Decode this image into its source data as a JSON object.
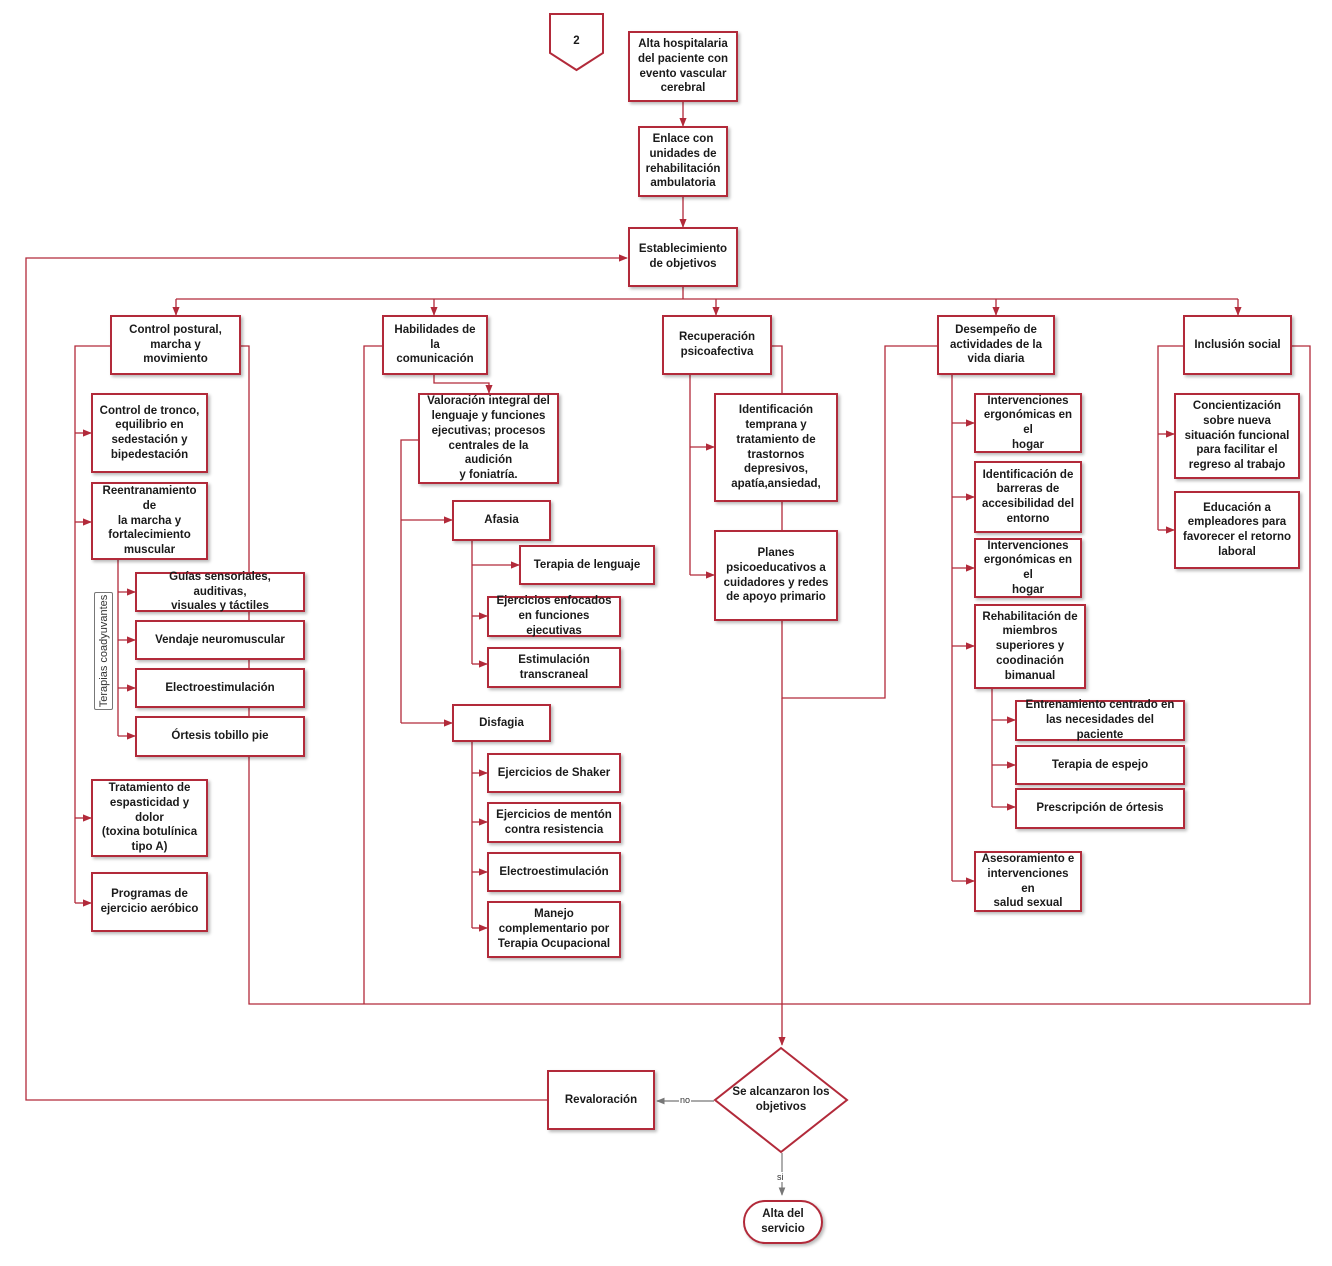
{
  "diagram": {
    "colors": {
      "accent": "#b22a3a",
      "connector_alt": "#777777",
      "text": "#1a1a1a"
    },
    "connector_ref": "2",
    "main": {
      "alta_hospitalaria": "Alta hospitalaria\ndel paciente con\nevento vascular\ncerebral",
      "enlace": "Enlace con\nunidades de\nrehabilitación\nambulatoria",
      "establecimiento": "Establecimiento\nde objetivos"
    },
    "categories": {
      "control_postural": {
        "title": "Control postural,\nmarcha y movimiento",
        "items": {
          "control_tronco": "Control de tronco,\nequilibrio en\nsedestación y\nbipedestación",
          "reentrenamiento": "Reentranamiento de\nla marcha y\nfortalecimiento\nmuscular",
          "tratamiento_espasticidad": "Tratamiento de\nespasticidad y dolor\n(toxina botulínica\ntipo A)",
          "programas_ejercicio": "Programas de\nejercicio aeróbico"
        },
        "terapias_label": "Terapias coadyuvantes",
        "terapias": {
          "guias": "Guías sensoriales, auditivas,\nvisuales y táctiles",
          "vendaje": "Vendaje neuromuscular",
          "electro": "Electroestimulación",
          "ortesis": "Órtesis tobillo pie"
        }
      },
      "comunicacion": {
        "title": "Habilidades de la\ncomunicación",
        "valoracion": "Valoración integral del\nlenguaje y funciones\nejecutivas; procesos\ncentrales de la audición\ny foniatría.",
        "afasia": {
          "title": "Afasia",
          "items": {
            "terapia_lenguaje": "Terapia de lenguaje",
            "ejercicios_ejecutivas": "Ejercicios enfocados\nen funciones ejecutivas",
            "estimulacion": "Estimulación\ntranscraneal"
          }
        },
        "disfagia": {
          "title": "Disfagia",
          "items": {
            "shaker": "Ejercicios de Shaker",
            "menton": "Ejercicios de mentón\ncontra resistencia",
            "electro": "Electroestimulación",
            "manejo": "Manejo\ncomplementario por\nTerapia Ocupacional"
          }
        }
      },
      "psicoafectiva": {
        "title": "Recuperación\npsicoafectiva",
        "items": {
          "identificacion": "Identificación\ntemprana y\ntratamiento  de\ntrastornos\ndepresivos,\napatía,ansiedad,",
          "planes": "Planes\npsicoeducativos a\ncuidadores y redes\nde apoyo primario"
        }
      },
      "vida_diaria": {
        "title": "Desempeño de\nactividades de la\nvida diaria",
        "items": {
          "ergonomicas_1": "Intervenciones\nergonómicas en el\nhogar",
          "barreras": "Identificación de\nbarreras de\naccesibilidad  del\nentorno",
          "ergonomicas_2": "Intervenciones\nergonómicas en el\nhogar",
          "rehabilitacion": "Rehabilitación de\nmiembros\nsuperiores y\ncoodinación\nbimanual",
          "asesoramiento": "Asesoramiento e\nintervenciones en\nsalud sexual"
        },
        "rehab_items": {
          "entrenamiento": "Entrenamiento centrado en\nlas necesidades del paciente",
          "espejo": "Terapia de espejo",
          "ortesis": "Prescripción de órtesis"
        }
      },
      "inclusion": {
        "title": "Inclusión social",
        "items": {
          "concientizacion": "Concientización\nsobre nueva\nsituación funcional\npara facilitar el\nregreso al trabajo",
          "educacion": "Educación a\nempleadores para\nfavorecer el retorno\nlaboral"
        }
      }
    },
    "decision": "Se alcanzaron los\nobjetivos",
    "revaloracion": "Revaloración",
    "alta_servicio": "Alta del\nservicio",
    "edge_labels": {
      "no": "no",
      "si": "si"
    }
  }
}
